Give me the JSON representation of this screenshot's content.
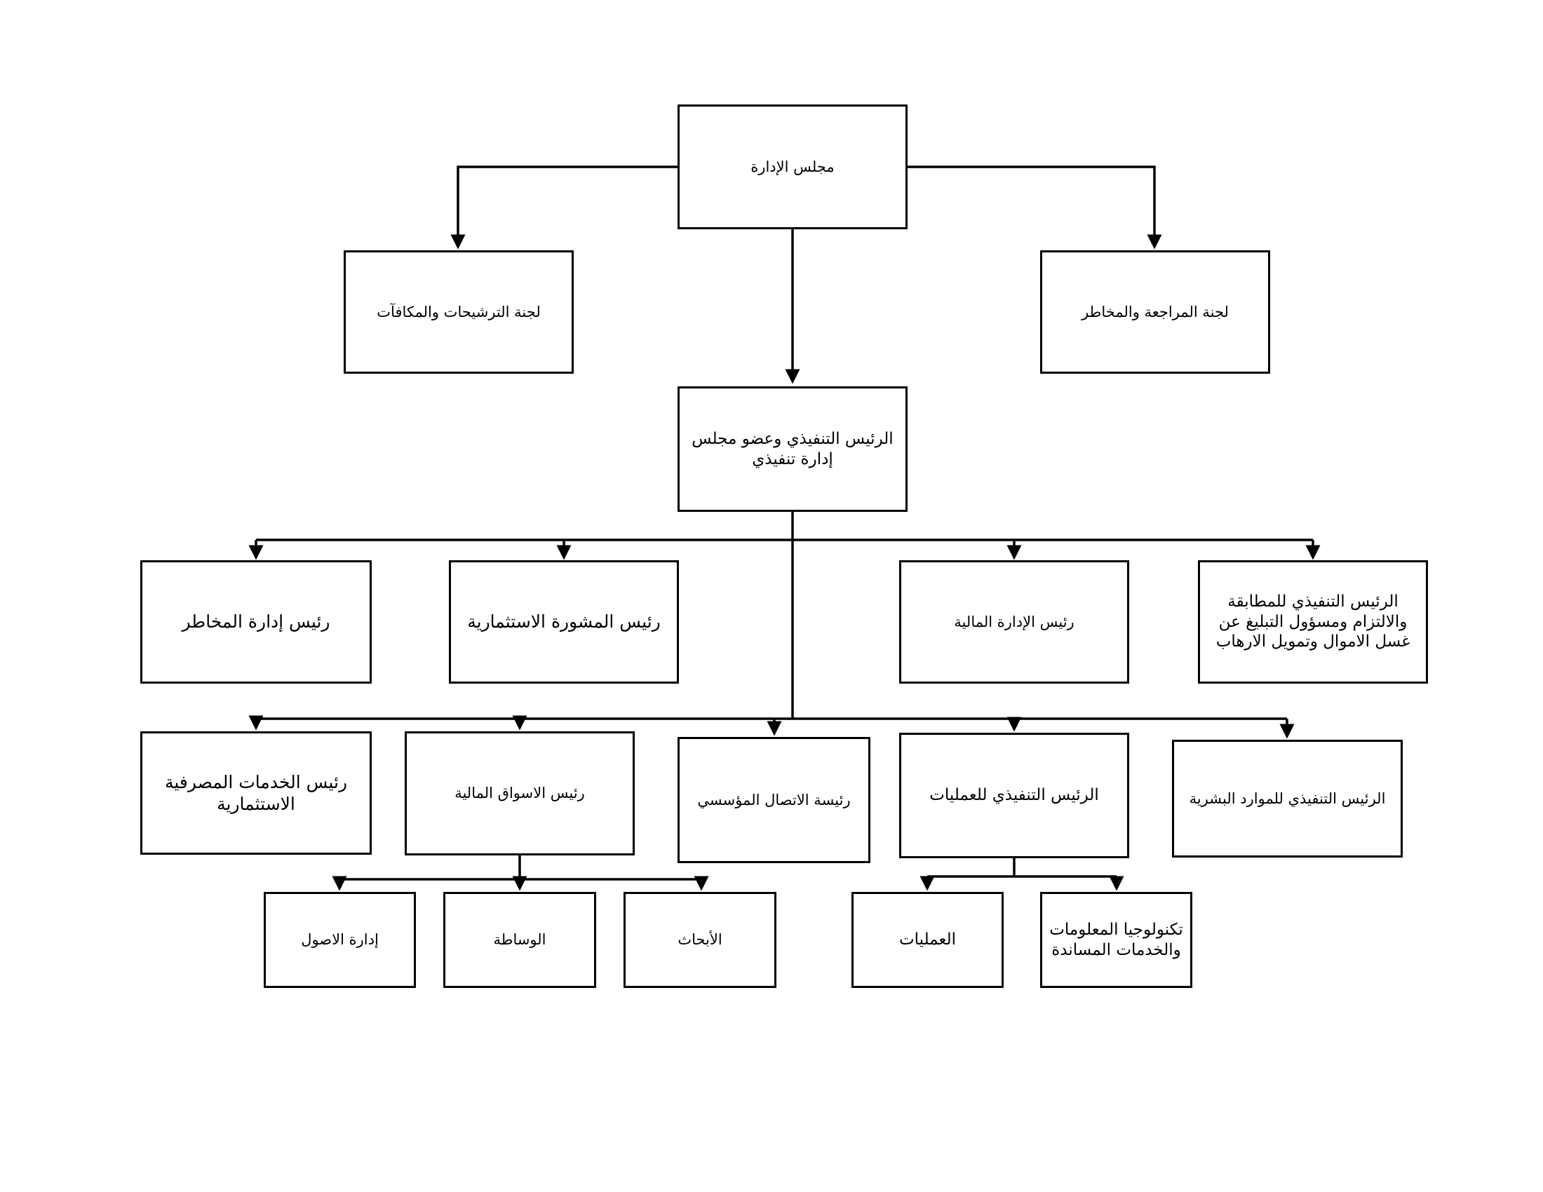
{
  "nodes": {
    "board": "مجلس الإدارة",
    "nominations_committee": "لجنة الترشيحات والمكافآت",
    "audit_committee": "لجنة المراجعة والمخاطر",
    "ceo": "الرئيس التنفيذي وعضو مجلس إدارة تنفيذي",
    "risk_head": "رئيس إدارة المخاطر",
    "advisory_head": "رئيس المشورة الاستثمارية",
    "finance_head": "رئيس الإدارة المالية",
    "compliance_ceo": "الرئيس التنفيذي للمطابقة والالتزام ومسؤول التبليغ عن غسل الاموال وتمويل الارهاب",
    "investment_banking_head": "رئيس الخدمات المصرفية الاستثمارية",
    "capital_markets_head": "رئيس الاسواق المالية",
    "communications_head": "رئيسة الاتصال المؤسسي",
    "operations_ceo": "الرئيس التنفيذي للعمليات",
    "hr_ceo": "الرئيس التنفيذي للموارد البشرية",
    "asset_management": "إدارة الاصول",
    "brokerage": "الوساطة",
    "research": "الأبحاث",
    "operations": "العمليات",
    "it_support": "تكنولوجيا المعلومات والخدمات المساندة"
  },
  "colors": {
    "line": "#000000",
    "box_border": "#000000",
    "background": "#ffffff",
    "text": "#000000"
  }
}
